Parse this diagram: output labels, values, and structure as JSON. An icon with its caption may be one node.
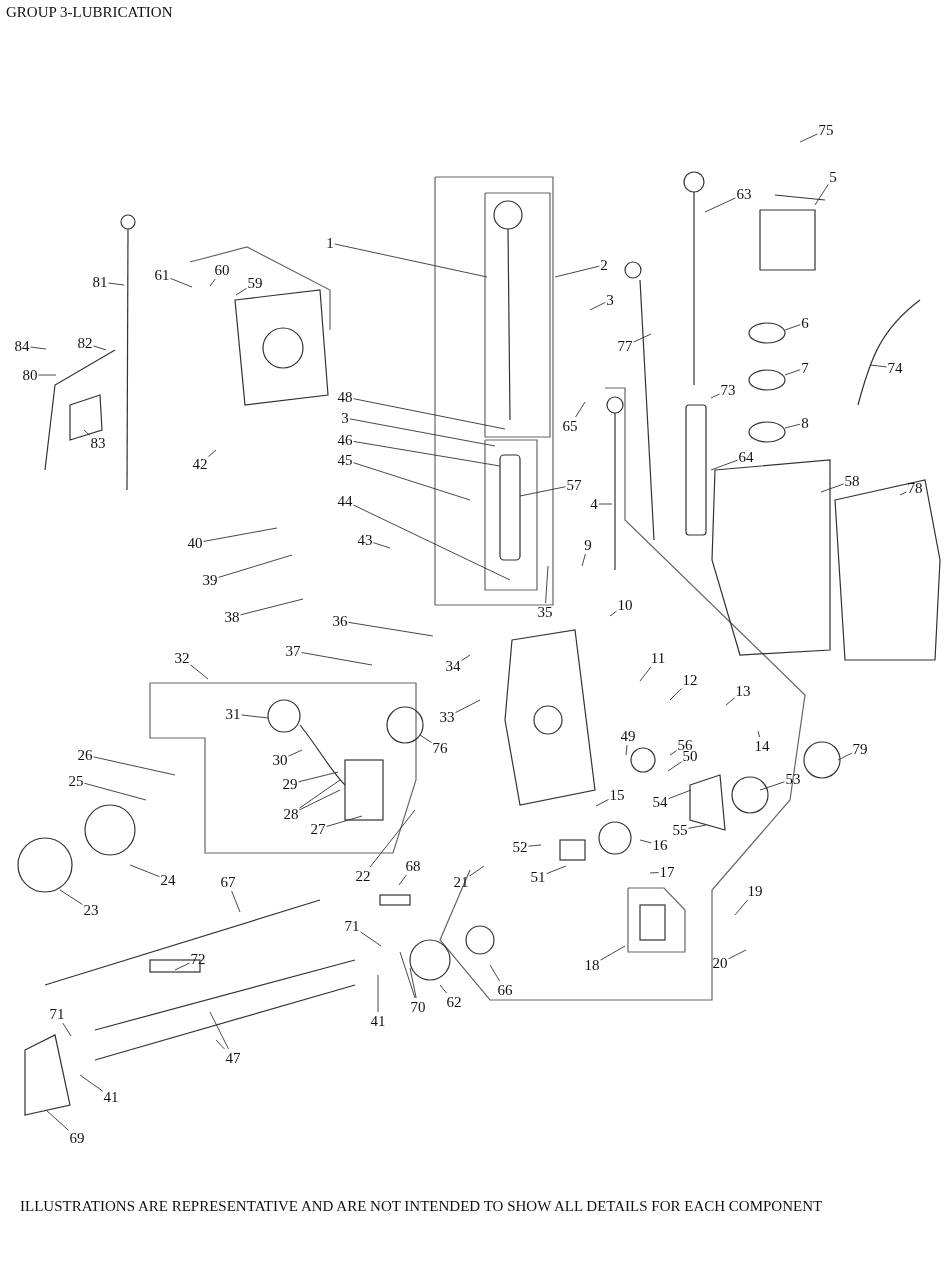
{
  "diagram": {
    "title": "GROUP 3-LUBRICATION",
    "caption": "ILLUSTRATIONS ARE REPRESENTATIVE AND ARE NOT INTENDED TO SHOW ALL DETAILS FOR EACH COMPONENT",
    "nodes": [
      {
        "text": [
          "75"
        ]
      },
      {
        "text": [
          "63"
        ]
      },
      {
        "text": [
          "5"
        ]
      },
      {
        "text": [
          "1"
        ]
      },
      {
        "text": [
          "2"
        ]
      },
      {
        "text": [
          "81"
        ]
      },
      {
        "text": [
          "61"
        ]
      },
      {
        "text": [
          "60"
        ]
      },
      {
        "text": [
          "59"
        ]
      },
      {
        "text": [
          "3"
        ]
      },
      {
        "text": [
          "6"
        ]
      },
      {
        "text": [
          "84"
        ]
      },
      {
        "text": [
          "82"
        ]
      },
      {
        "text": [
          "80"
        ]
      },
      {
        "text": [
          "77"
        ]
      },
      {
        "text": [
          "74"
        ]
      },
      {
        "text": [
          "7"
        ]
      },
      {
        "text": [
          "73"
        ]
      },
      {
        "text": [
          "48"
        ]
      },
      {
        "text": [
          "8"
        ]
      },
      {
        "text": [
          "3"
        ]
      },
      {
        "text": [
          "65"
        ]
      },
      {
        "text": [
          "83"
        ]
      },
      {
        "text": [
          "46"
        ]
      },
      {
        "text": [
          "64"
        ]
      },
      {
        "text": [
          "42"
        ]
      },
      {
        "text": [
          "45"
        ]
      },
      {
        "text": [
          "57"
        ]
      },
      {
        "text": [
          "58"
        ]
      },
      {
        "text": [
          "78"
        ]
      },
      {
        "text": [
          "4"
        ]
      },
      {
        "text": [
          "44"
        ]
      },
      {
        "text": [
          "43"
        ]
      },
      {
        "text": [
          "40"
        ]
      },
      {
        "text": [
          "9"
        ]
      },
      {
        "text": [
          "39"
        ]
      },
      {
        "text": [
          "35"
        ]
      },
      {
        "text": [
          "38"
        ]
      },
      {
        "text": [
          "10"
        ]
      },
      {
        "text": [
          "36"
        ]
      },
      {
        "text": [
          "37"
        ]
      },
      {
        "text": [
          "34"
        ]
      },
      {
        "text": [
          "11"
        ]
      },
      {
        "text": [
          "32"
        ]
      },
      {
        "text": [
          "12"
        ]
      },
      {
        "text": [
          "13"
        ]
      },
      {
        "text": [
          "31"
        ]
      },
      {
        "text": [
          "33"
        ]
      },
      {
        "text": [
          "14"
        ]
      },
      {
        "text": [
          "76"
        ]
      },
      {
        "text": [
          "30"
        ]
      },
      {
        "text": [
          "49"
        ]
      },
      {
        "text": [
          "56"
        ]
      },
      {
        "text": [
          "50"
        ]
      },
      {
        "text": [
          "79"
        ]
      },
      {
        "text": [
          "26"
        ]
      },
      {
        "text": [
          "53"
        ]
      },
      {
        "text": [
          "25"
        ]
      },
      {
        "text": [
          "29"
        ]
      },
      {
        "text": [
          "54"
        ]
      },
      {
        "text": [
          "15"
        ]
      },
      {
        "text": [
          "28"
        ]
      },
      {
        "text": [
          "27"
        ]
      },
      {
        "text": [
          "55"
        ]
      },
      {
        "text": [
          "16"
        ]
      },
      {
        "text": [
          "52"
        ]
      },
      {
        "text": [
          "22"
        ]
      },
      {
        "text": [
          "24"
        ]
      },
      {
        "text": [
          "51"
        ]
      },
      {
        "text": [
          "17"
        ]
      },
      {
        "text": [
          "21"
        ]
      },
      {
        "text": [
          "68"
        ]
      },
      {
        "text": [
          "23"
        ]
      },
      {
        "text": [
          "67"
        ]
      },
      {
        "text": [
          "19"
        ]
      },
      {
        "text": [
          "71"
        ]
      },
      {
        "text": [
          "72"
        ]
      },
      {
        "text": [
          "18"
        ]
      },
      {
        "text": [
          "20"
        ]
      },
      {
        "text": [
          "66"
        ]
      },
      {
        "text": [
          "70"
        ]
      },
      {
        "text": [
          "41"
        ]
      },
      {
        "text": [
          "62"
        ]
      },
      {
        "text": [
          "71"
        ]
      },
      {
        "text": [
          "47"
        ]
      },
      {
        "text": [
          "41"
        ]
      },
      {
        "text": [
          "69"
        ]
      }
    ],
    "edges": [
      {
        "from": 0,
        "to": null,
        "arrow": "none"
      },
      {
        "from": 1,
        "to": null,
        "arrow": "none"
      },
      {
        "from": 2,
        "to": null,
        "arrow": "none"
      },
      {
        "from": 3,
        "to": null,
        "arrow": "none"
      },
      {
        "from": 4,
        "to": null,
        "arrow": "none"
      },
      {
        "from": 5,
        "to": null,
        "arrow": "none"
      },
      {
        "from": 6,
        "to": null,
        "arrow": "none"
      },
      {
        "from": 7,
        "to": null,
        "arrow": "none"
      },
      {
        "from": 8,
        "to": null,
        "arrow": "none"
      },
      {
        "from": 9,
        "to": null,
        "arrow": "none"
      },
      {
        "from": 10,
        "to": null,
        "arrow": "none"
      },
      {
        "from": 11,
        "to": null,
        "arrow": "none"
      },
      {
        "from": 12,
        "to": null,
        "arrow": "none"
      },
      {
        "from": 13,
        "to": null,
        "arrow": "none"
      },
      {
        "from": 14,
        "to": null,
        "arrow": "none"
      },
      {
        "from": 15,
        "to": null,
        "arrow": "none"
      },
      {
        "from": 16,
        "to": null,
        "arrow": "none"
      },
      {
        "from": 17,
        "to": null,
        "arrow": "none"
      },
      {
        "from": 18,
        "to": null,
        "arrow": "none"
      },
      {
        "from": 19,
        "to": null,
        "arrow": "none"
      },
      {
        "from": 20,
        "to": null,
        "arrow": "none"
      },
      {
        "from": 21,
        "to": null,
        "arrow": "none"
      },
      {
        "from": 22,
        "to": null,
        "arrow": "none"
      },
      {
        "from": 23,
        "to": null,
        "arrow": "none"
      },
      {
        "from": 24,
        "to": null,
        "arrow": "none"
      },
      {
        "from": 25,
        "to": null,
        "arrow": "none"
      },
      {
        "from": 26,
        "to": null,
        "arrow": "none"
      },
      {
        "from": 27,
        "to": null,
        "arrow": "none"
      },
      {
        "from": 28,
        "to": null,
        "arrow": "none"
      },
      {
        "from": 29,
        "to": null,
        "arrow": "none"
      },
      {
        "from": 30,
        "to": null,
        "arrow": "none"
      },
      {
        "from": 31,
        "to": null,
        "arrow": "none"
      },
      {
        "from": 32,
        "to": null,
        "arrow": "none"
      },
      {
        "from": 33,
        "to": null,
        "arrow": "none"
      },
      {
        "from": 34,
        "to": null,
        "arrow": "none"
      },
      {
        "from": 35,
        "to": null,
        "arrow": "none"
      },
      {
        "from": 36,
        "to": null,
        "arrow": "none"
      },
      {
        "from": 37,
        "to": null,
        "arrow": "none"
      },
      {
        "from": 38,
        "to": null,
        "arrow": "none"
      },
      {
        "from": 39,
        "to": null,
        "arrow": "none"
      },
      {
        "from": 40,
        "to": null,
        "arrow": "none"
      },
      {
        "from": 41,
        "to": null,
        "arrow": "none"
      },
      {
        "from": 42,
        "to": null,
        "arrow": "none"
      },
      {
        "from": 43,
        "to": null,
        "arrow": "none"
      },
      {
        "from": 44,
        "to": null,
        "arrow": "none"
      },
      {
        "from": 45,
        "to": null,
        "arrow": "none"
      },
      {
        "from": 46,
        "to": null,
        "arrow": "none"
      },
      {
        "from": 47,
        "to": null,
        "arrow": "none"
      },
      {
        "from": 48,
        "to": null,
        "arrow": "none"
      },
      {
        "from": 49,
        "to": null,
        "arrow": "none"
      },
      {
        "from": 50,
        "to": null,
        "arrow": "none"
      },
      {
        "from": 51,
        "to": null,
        "arrow": "none"
      },
      {
        "from": 52,
        "to": null,
        "arrow": "none"
      },
      {
        "from": 53,
        "to": null,
        "arrow": "none"
      },
      {
        "from": 54,
        "to": null,
        "arrow": "none"
      },
      {
        "from": 55,
        "to": null,
        "arrow": "none"
      },
      {
        "from": 56,
        "to": null,
        "arrow": "none"
      },
      {
        "from": 57,
        "to": null,
        "arrow": "none"
      },
      {
        "from": 58,
        "to": null,
        "arrow": "none"
      },
      {
        "from": 59,
        "to": null,
        "arrow": "none"
      },
      {
        "from": 60,
        "to": null,
        "arrow": "none"
      },
      {
        "from": 61,
        "to": null,
        "arrow": "none"
      },
      {
        "from": 61,
        "to": null,
        "arrow": "none"
      },
      {
        "from": 62,
        "to": null,
        "arrow": "none"
      },
      {
        "from": 63,
        "to": null,
        "arrow": "none"
      },
      {
        "from": 64,
        "to": null,
        "arrow": "none"
      },
      {
        "from": 65,
        "to": null,
        "arrow": "none"
      },
      {
        "from": 66,
        "to": null,
        "arrow": "none"
      },
      {
        "from": 67,
        "to": null,
        "arrow": "none"
      },
      {
        "from": 68,
        "to": null,
        "arrow": "none"
      },
      {
        "from": 69,
        "to": null,
        "arrow": "none"
      },
      {
        "from": 70,
        "to": null,
        "arrow": "none"
      },
      {
        "from": 71,
        "to": null,
        "arrow": "none"
      },
      {
        "from": 72,
        "to": null,
        "arrow": "none"
      },
      {
        "from": 73,
        "to": null,
        "arrow": "none"
      },
      {
        "from": 74,
        "to": null,
        "arrow": "none"
      },
      {
        "from": 75,
        "to": null,
        "arrow": "none"
      },
      {
        "from": 76,
        "to": null,
        "arrow": "none"
      },
      {
        "from": 77,
        "to": null,
        "arrow": "none"
      },
      {
        "from": 78,
        "to": null,
        "arrow": "none"
      },
      {
        "from": 79,
        "to": null,
        "arrow": "none"
      },
      {
        "from": 80,
        "to": null,
        "arrow": "none"
      },
      {
        "from": 80,
        "to": null,
        "arrow": "none"
      },
      {
        "from": 81,
        "to": null,
        "arrow": "none"
      },
      {
        "from": 82,
        "to": null,
        "arrow": "none"
      },
      {
        "from": 83,
        "to": null,
        "arrow": "none"
      },
      {
        "from": 84,
        "to": null,
        "arrow": "none"
      },
      {
        "from": 84,
        "to": null,
        "arrow": "none"
      },
      {
        "from": 85,
        "to": null,
        "arrow": "none"
      },
      {
        "from": 86,
        "to": null,
        "arrow": "none"
      }
    ]
  }
}
